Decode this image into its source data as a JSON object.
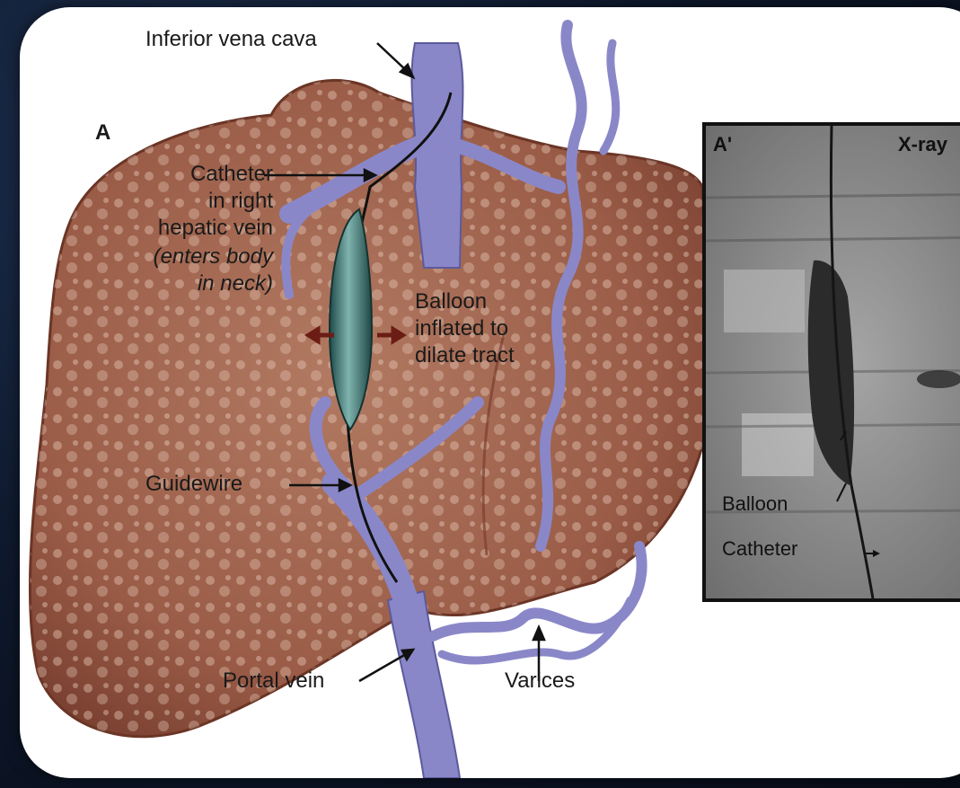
{
  "panel_a": {
    "letter": "A",
    "labels": {
      "ivc": "Inferior vena cava",
      "catheter_1": "Catheter",
      "catheter_2": "in right",
      "catheter_3": "hepatic vein",
      "catheter_4": "(enters body",
      "catheter_5": "in neck)",
      "balloon_1": "Balloon",
      "balloon_2": "inflated to",
      "balloon_3": "dilate tract",
      "guidewire": "Guidewire",
      "portal_vein": "Portal vein",
      "varices": "Varices"
    }
  },
  "panel_b": {
    "letter": "A'",
    "title": "X-ray",
    "labels": {
      "balloon": "Balloon",
      "catheter": "Catheter"
    }
  },
  "colors": {
    "liver": "#a86a52",
    "vein": "#8a87c8",
    "balloon": "#2f6a66",
    "background": "#0f1a2e"
  }
}
